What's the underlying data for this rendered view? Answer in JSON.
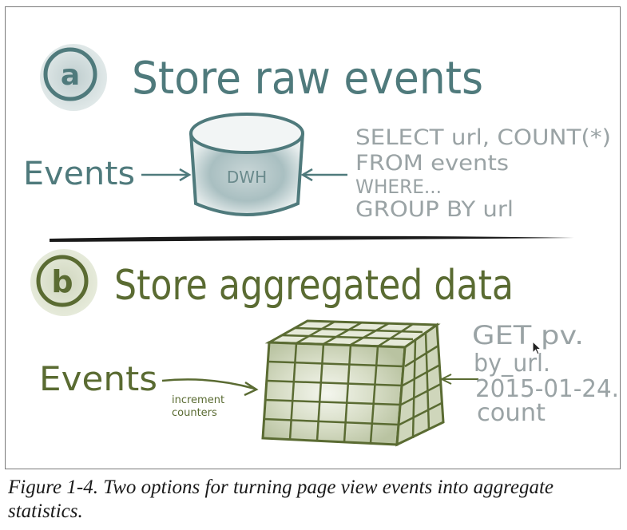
{
  "diagram": {
    "section_a": {
      "marker": "a",
      "title": "Store raw events",
      "input_label": "Events",
      "store_label": "DWH",
      "query_lines": [
        "SELECT url, COUNT(*)",
        "FROM events",
        "WHERE...",
        "GROUP BY url"
      ]
    },
    "section_b": {
      "marker": "b",
      "title": "Store aggregated data",
      "input_label": "Events",
      "arrow_note": [
        "increment",
        "counters"
      ],
      "query_lines": [
        "GET pv.",
        "by_url.",
        "2015-01-24.",
        "count"
      ]
    },
    "colors": {
      "teal": "#4f7a7c",
      "teal_light": "#9fb3b5",
      "green": "#5a6b32",
      "gray_query": "#9aa3a5",
      "divider": "#1a1a1a"
    }
  },
  "caption": "Figure 1-4. Two options for turning page view events into aggregate statistics."
}
